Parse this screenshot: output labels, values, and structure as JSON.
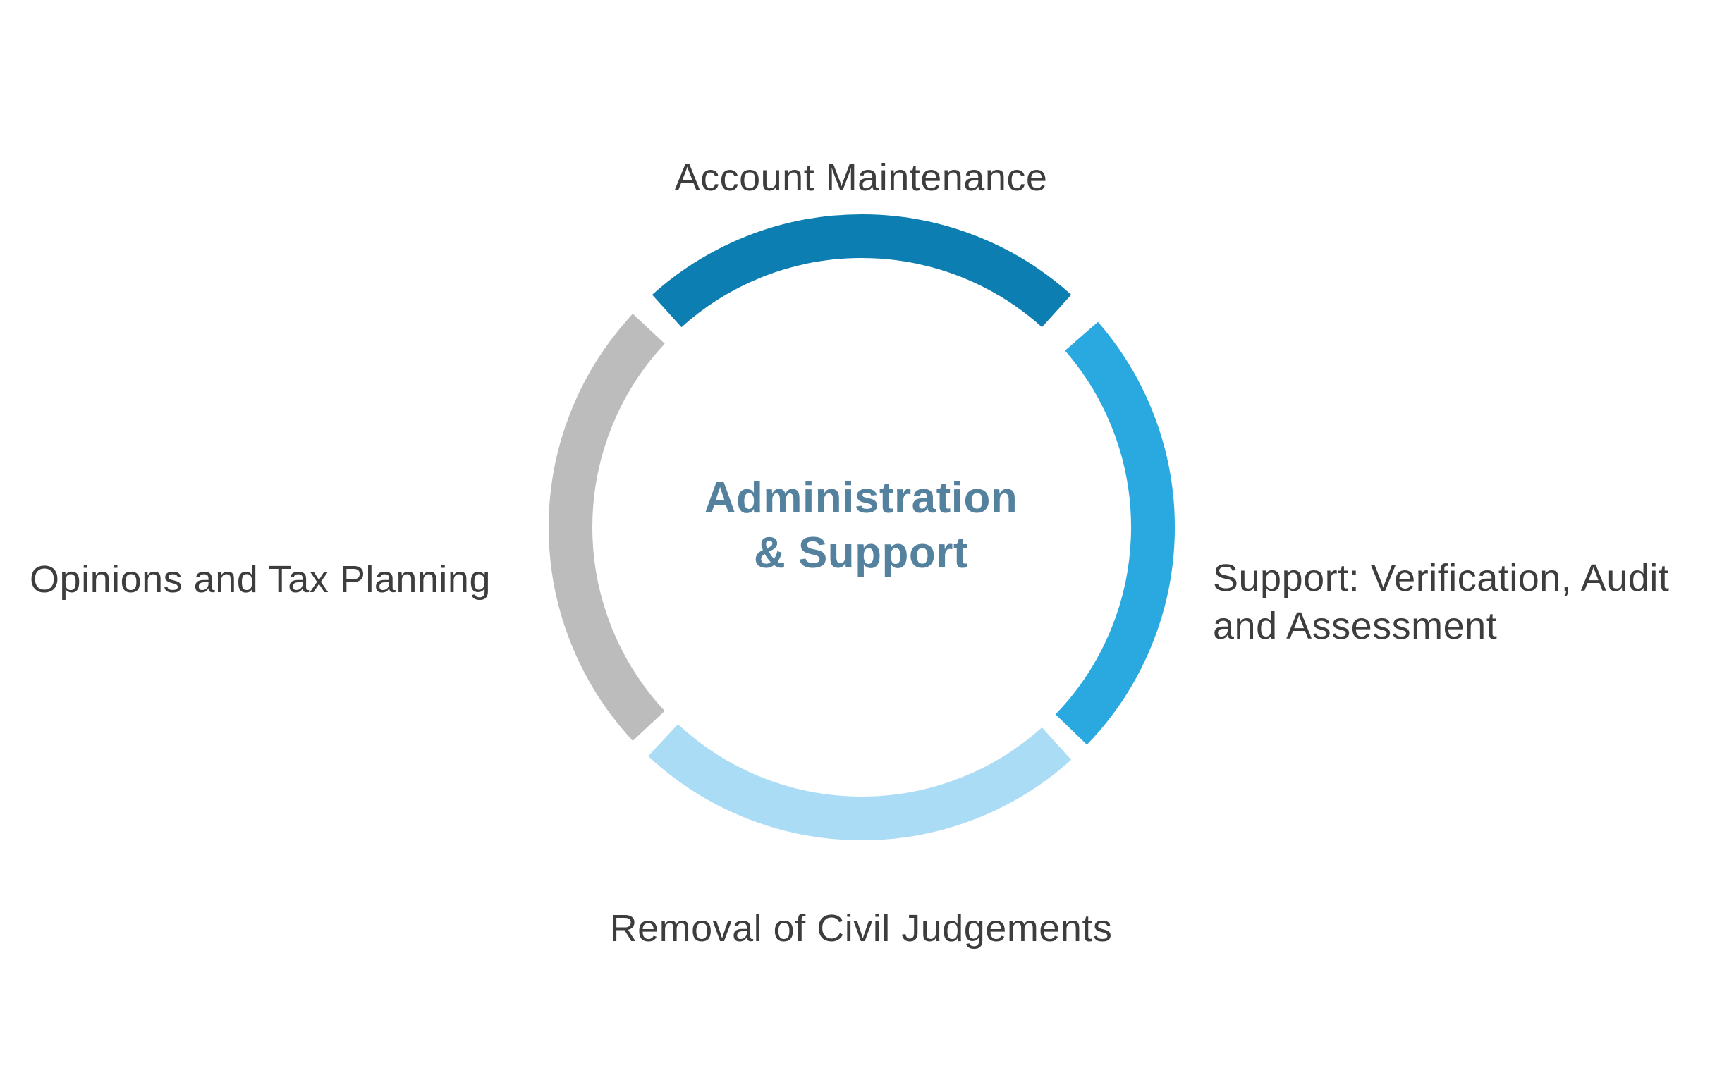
{
  "diagram": {
    "center": {
      "lines": [
        "Administration",
        "& Support"
      ],
      "color": "#54819e"
    },
    "label_color": "#3d3d3d",
    "ring": {
      "stroke_width": 62,
      "segments": [
        {
          "id": "account-maintenance",
          "label": "Account Maintenance",
          "color": "#0d7eb1",
          "start_deg": 132,
          "end_deg": 48
        },
        {
          "id": "support-verification-audit-and-assessment",
          "label": "Support: Verification, Audit and Assessment",
          "color": "#2aa9e0",
          "start_deg": 41,
          "end_deg": -44
        },
        {
          "id": "removal-of-civil-judgements",
          "label": "Removal of Civil Judgements",
          "color": "#abdcf5",
          "start_deg": -48,
          "end_deg": -133
        },
        {
          "id": "opinions-and-tax-planning",
          "label": "Opinions and Tax Planning",
          "color": "#bcbcbc",
          "start_deg": 223,
          "end_deg": 137
        }
      ]
    },
    "labels": {
      "top": {
        "text": "Account Maintenance"
      },
      "right": {
        "lines": [
          "Support: Verification, Audit",
          "and Assessment"
        ]
      },
      "bottom": {
        "text": "Removal of Civil Judgements"
      },
      "left": {
        "text": "Opinions and Tax Planning"
      }
    }
  }
}
